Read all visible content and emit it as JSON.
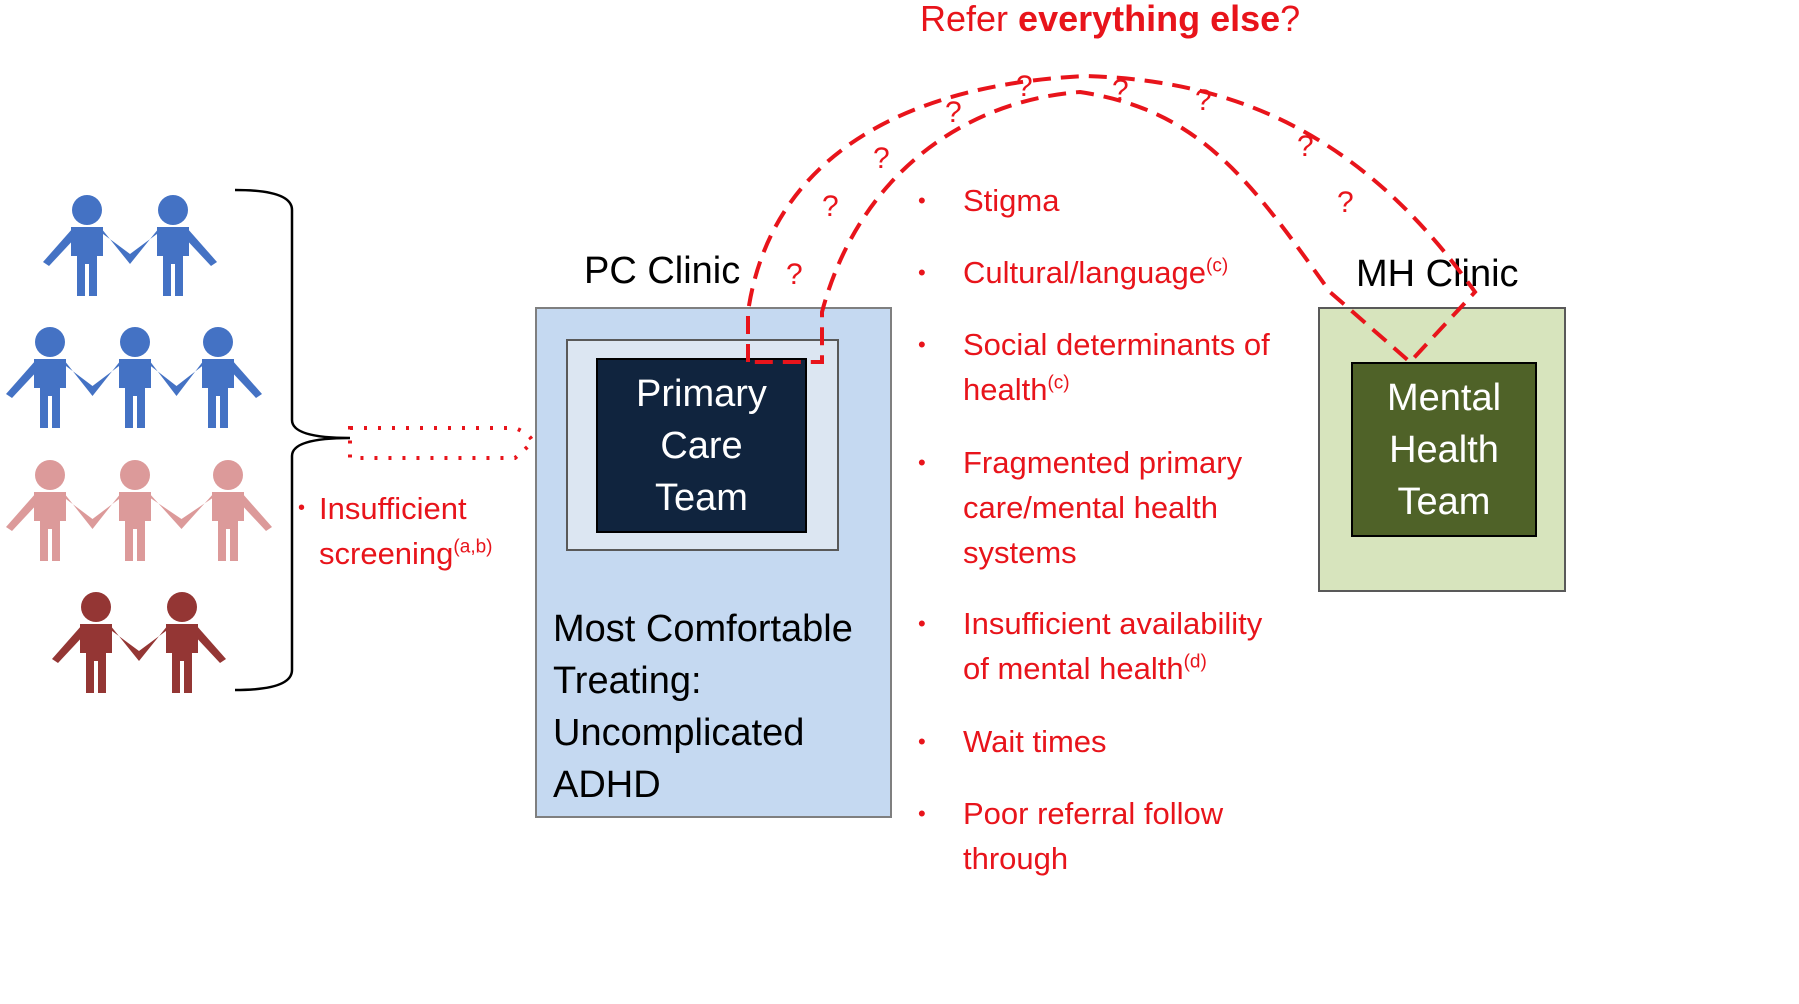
{
  "title": {
    "prefix": "Refer ",
    "bold": "everything else",
    "suffix": "?"
  },
  "pc_clinic": {
    "label": "PC Clinic",
    "team": [
      "Primary",
      "Care",
      "Team"
    ],
    "treating": [
      "Most Comfortable",
      "Treating:",
      "Uncomplicated",
      "ADHD"
    ]
  },
  "mh_clinic": {
    "label": "MH Clinic",
    "team": [
      "Mental",
      "Health",
      "Team"
    ]
  },
  "screening": {
    "text": "Insufficient",
    "text2": "screening",
    "sup": "(a,b)"
  },
  "bullet_char": "•",
  "barriers": [
    {
      "lines": [
        "Stigma"
      ],
      "sup": ""
    },
    {
      "lines": [
        "Cultural/language"
      ],
      "sup": "(c)"
    },
    {
      "lines": [
        "Social determinants of",
        "health"
      ],
      "sup": "(c)"
    },
    {
      "lines": [
        "Fragmented primary",
        "care/mental health",
        "systems"
      ],
      "sup": ""
    },
    {
      "lines": [
        "Insufficient availability",
        "of mental health"
      ],
      "sup": "(d)"
    },
    {
      "lines": [
        "Wait times"
      ],
      "sup": ""
    },
    {
      "lines": [
        "Poor referral follow",
        "through"
      ],
      "sup": ""
    }
  ],
  "question_mark": "?",
  "colors": {
    "blue_people": "#4472c4",
    "pink_people": "#dc9a9a",
    "darkred_people": "#943634",
    "accent_red": "#e8141b",
    "pc_outer": "#c5d9f1",
    "pc_inner_frame": "#dce6f2",
    "pc_team": "#10243e",
    "mh_outer": "#d7e4bd",
    "mh_team": "#4f6228"
  }
}
